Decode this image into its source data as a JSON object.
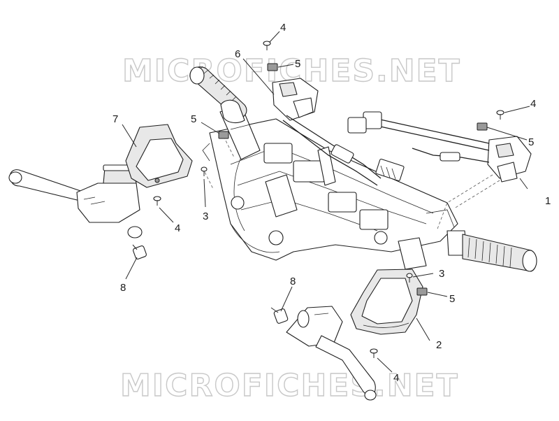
{
  "watermark": {
    "text": "MICROFICHES.NET"
  },
  "callouts": [
    "1",
    "2",
    "3",
    "3",
    "4",
    "4",
    "4",
    "4",
    "5",
    "5",
    "5",
    "5",
    "6",
    "7",
    "8",
    "8"
  ]
}
